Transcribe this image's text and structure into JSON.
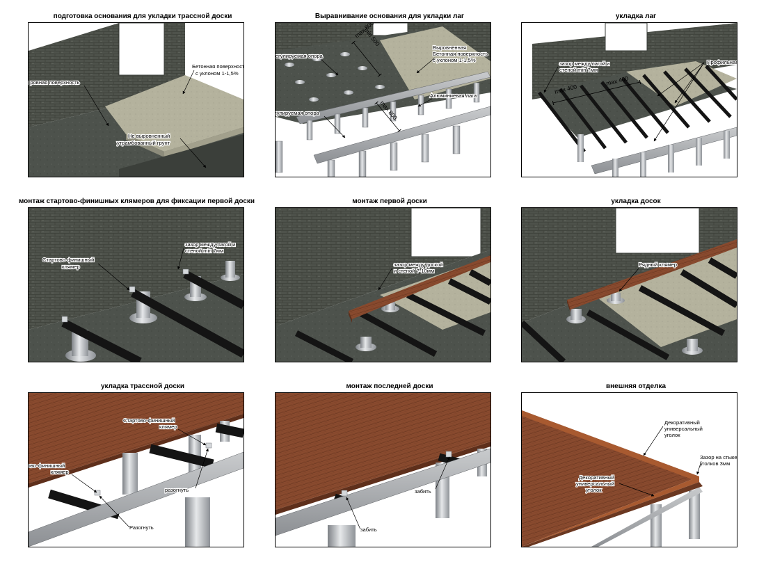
{
  "panels": [
    {
      "title": "подготовка основания для укладки трассной доски",
      "labels": {
        "concrete": [
          "Бетонная поверхность",
          "с уклоном 1-1,5%"
        ],
        "hard": "Жесткая ровная поверхность",
        "ground": [
          "Не выровненный",
          "утрамбованный грунт"
        ]
      }
    },
    {
      "title": "Выравнивание основания для укладки лаг",
      "labels": {
        "support_top": "Регулируемая опора",
        "concrete": [
          "Выровненная",
          "Бетонная поверхность",
          "с уклоном 1-1,5%"
        ],
        "lag": "Алюминиевая лага",
        "support_bottom": "Регулируемая опора",
        "min500": "min 500",
        "max800a": "max 800",
        "max800b": "max 800"
      }
    },
    {
      "title": "укладка лаг",
      "labels": {
        "gap": [
          "зазор между лагой и",
          "стеной min 7мм"
        ],
        "profile": "Профильная лага",
        "max400a": "max 400",
        "max400b": "max 400"
      }
    },
    {
      "title": "монтаж стартово-финишных клямеров для фиксации первой доски",
      "labels": {
        "clip": [
          "Стартово-финишный",
          "клямер"
        ],
        "gap": [
          "зазор между лагой и",
          "стеной min 7мм"
        ]
      }
    },
    {
      "title": "монтаж первой доски",
      "labels": {
        "gap": [
          "зазор между доской",
          "и стеной 7-10мм"
        ]
      }
    },
    {
      "title": "укладка досок",
      "labels": {
        "clip": "Рядный клямер"
      }
    },
    {
      "title": "укладка трассной доски",
      "labels": {
        "clip_right": [
          "Стартово-финишный",
          "клямер"
        ],
        "clip_left": [
          "Стартово-финишный",
          "клямер"
        ],
        "bend_right": "разогнуть",
        "bend_bottom": "Разогнуть"
      }
    },
    {
      "title": "монтаж последней доски",
      "labels": {
        "hammer_right": "забить",
        "hammer_bottom": "забить"
      }
    },
    {
      "title": "внешняя отделка",
      "labels": {
        "corner_top": [
          "Декоративный",
          "универсальный",
          "уголок"
        ],
        "gap": [
          "Зазор на стыке",
          "уголков 3мм"
        ],
        "corner_mid": [
          "Декоративный",
          "универсальный",
          "уголок"
        ]
      }
    }
  ]
}
